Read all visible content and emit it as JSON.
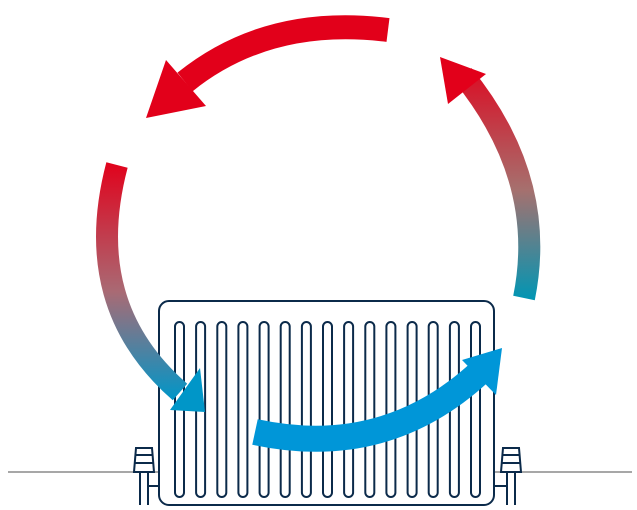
{
  "illustration": {
    "subject": "radiator-convection-cycle",
    "colors": {
      "hot": "#e2001a",
      "cold": "#0096d8",
      "radiator_stroke": "#0b2a4a",
      "floor_line": "#8a8a8a",
      "background": "#ffffff"
    },
    "radiator": {
      "fin_count": 15
    },
    "arrows": [
      {
        "name": "top-arrow",
        "temperature": "hot",
        "direction": "leftward"
      },
      {
        "name": "left-arrow",
        "temperature": "hot-to-cold",
        "direction": "downward"
      },
      {
        "name": "bottom-arrow",
        "temperature": "cold",
        "direction": "rightward"
      },
      {
        "name": "right-arrow",
        "temperature": "cold-to-hot",
        "direction": "upward"
      }
    ]
  }
}
